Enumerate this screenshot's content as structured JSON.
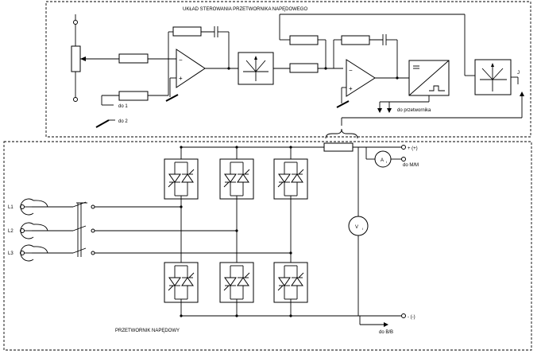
{
  "top_section": {
    "title": "UKŁAD STEROWANIA PRZETWORNIKA NAPĘDOWEGO",
    "out_1": "do 1",
    "out_2": "do 2",
    "to_converter": "do przetwornika",
    "j_label": "J"
  },
  "bottom_section": {
    "title": "PRZETWORNIK NAPĘDOWY",
    "phases": [
      "L1",
      "L2",
      "L3"
    ],
    "plus_top": "+ (+)",
    "ammeter_symbol": "A",
    "ammeter_sub": "I",
    "to_m": "do M/M",
    "voltmeter_symbol": "V",
    "voltmeter_sub": "I",
    "plus_bottom": "- (-)",
    "to_bottom": "do B/B"
  }
}
